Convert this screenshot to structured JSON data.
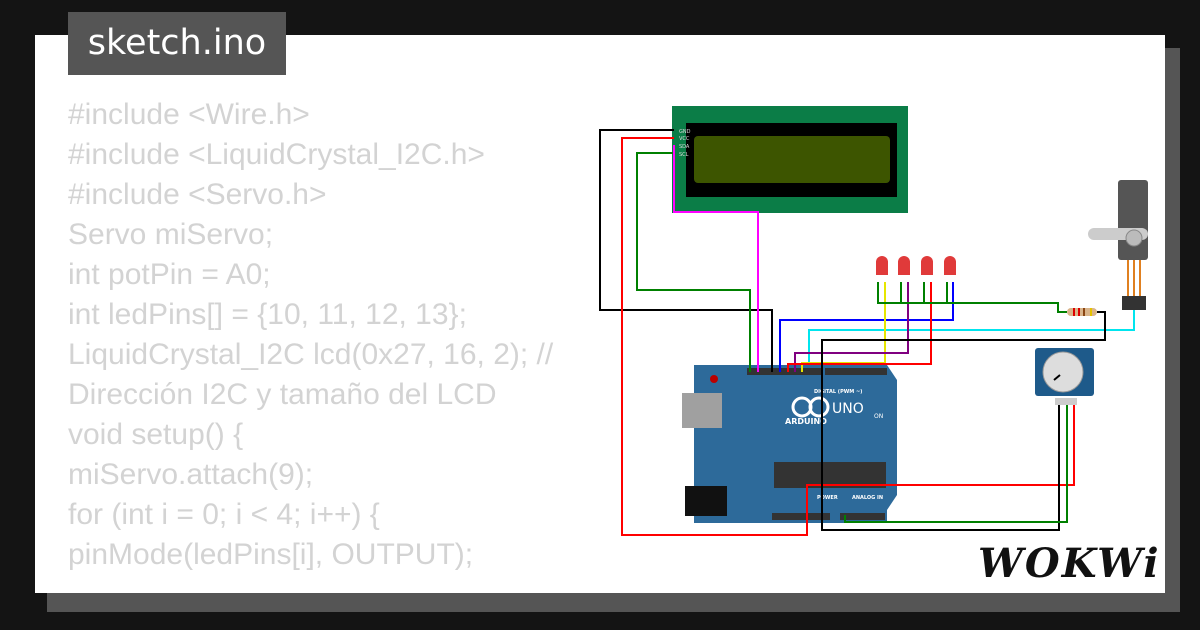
{
  "title": "sketch.ino",
  "code_lines": [
    "#include <Wire.h>",
    "#include <LiquidCrystal_I2C.h>",
    "#include <Servo.h>",
    "Servo miServo;",
    "int potPin = A0;",
    "int ledPins[] = {10, 11, 12, 13};",
    "LiquidCrystal_I2C lcd(0x27, 16, 2); // Dirección I2C y tamaño del LCD",
    "void setup() {",
    "miServo.attach(9);",
    "for (int i = 0; i < 4; i++) {",
    "pinMode(ledPins[i], OUTPUT);"
  ],
  "board": {
    "logo_text": "ARDUINO",
    "model": "UNO",
    "digital_label": "DIGITAL (PWM ~)",
    "analog_label": "ANALOG IN",
    "power_label": "POWER",
    "on_label": "ON"
  },
  "lcd_pins": [
    "GND",
    "VCC",
    "SDA",
    "SCL"
  ],
  "brand": "WOKWI",
  "colors": {
    "board": "#2d6a9a",
    "lcd": "#0b7d47",
    "lcd_screen": "#3d5500",
    "led": "#e03a3a"
  }
}
